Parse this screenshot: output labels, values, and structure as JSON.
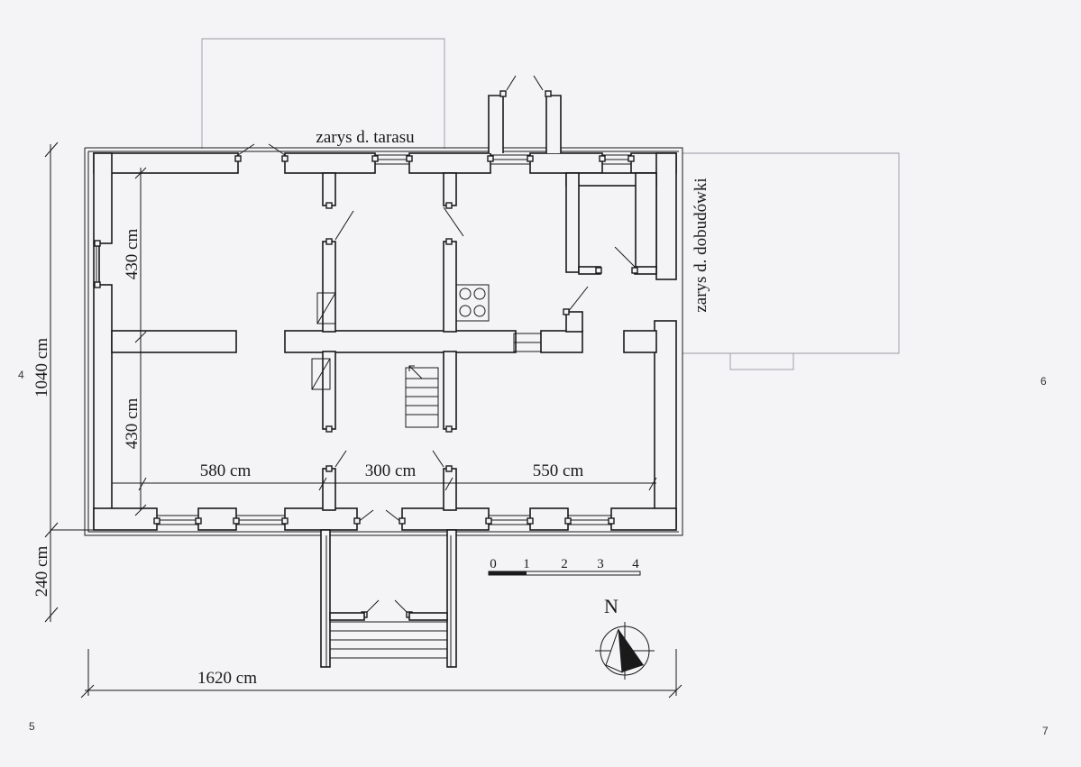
{
  "labels": {
    "terrace_outline": "zarys d. tarasu",
    "extension_outline": "zarys d. dobudówki",
    "total_height": "1040 cm",
    "porch_depth": "240 cm",
    "total_width": "1620 cm",
    "room_height_top": "430 cm",
    "room_height_bottom": "430 cm",
    "room_width_left": "580 cm",
    "room_width_middle": "300 cm",
    "room_width_right": "550 cm",
    "north": "N"
  },
  "scale_bar": {
    "ticks": [
      "0",
      "1",
      "2",
      "3",
      "4"
    ]
  },
  "page_numbers": {
    "left_middle": "4",
    "right_middle": "6",
    "left_bottom": "5",
    "right_bottom": "7"
  }
}
